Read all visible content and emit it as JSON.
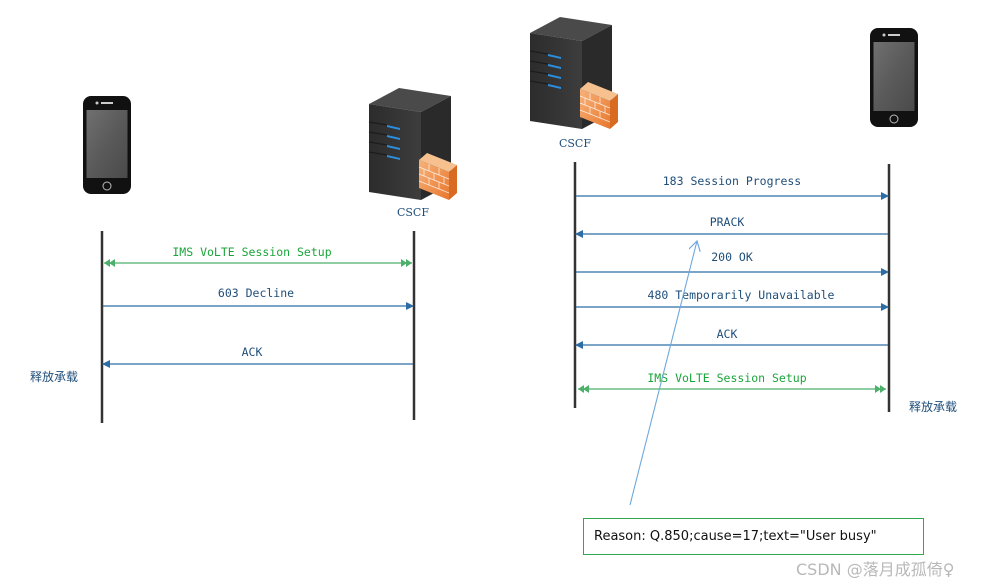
{
  "left_diagram": {
    "ue_label": "UE",
    "cscf_label": "CSCF",
    "messages": [
      {
        "text": "IMS VoLTE Session Setup",
        "direction": "both",
        "color": "green"
      },
      {
        "text": "603 Decline",
        "direction": "right",
        "color": "blue"
      },
      {
        "text": "ACK",
        "direction": "left",
        "color": "blue"
      }
    ],
    "side_note": "释放承载"
  },
  "right_diagram": {
    "cscf_label": "CSCF",
    "ue_label": "UE",
    "messages": [
      {
        "text": "183 Session Progress",
        "direction": "right",
        "color": "blue"
      },
      {
        "text": "PRACK",
        "direction": "left",
        "color": "blue"
      },
      {
        "text": "200 OK",
        "direction": "right",
        "color": "blue"
      },
      {
        "text": "480 Temporarily Unavailable",
        "direction": "right",
        "color": "blue"
      },
      {
        "text": "ACK",
        "direction": "left",
        "color": "blue"
      },
      {
        "text": "IMS VoLTE Session Setup",
        "direction": "both",
        "color": "green"
      }
    ],
    "side_note": "释放承载"
  },
  "annotation": {
    "text": "Reason: Q.850;cause=17;text=\"User busy\"",
    "points_to": "PRACK"
  },
  "watermark": "CSDN @落月成孤倚♀",
  "colors": {
    "message_blue": "#2e6da4",
    "text_blue": "#1f4e79",
    "setup_green": "#4caf6a",
    "annotation_arrow": "#6fa8dc",
    "box_border": "#2fa84f"
  }
}
